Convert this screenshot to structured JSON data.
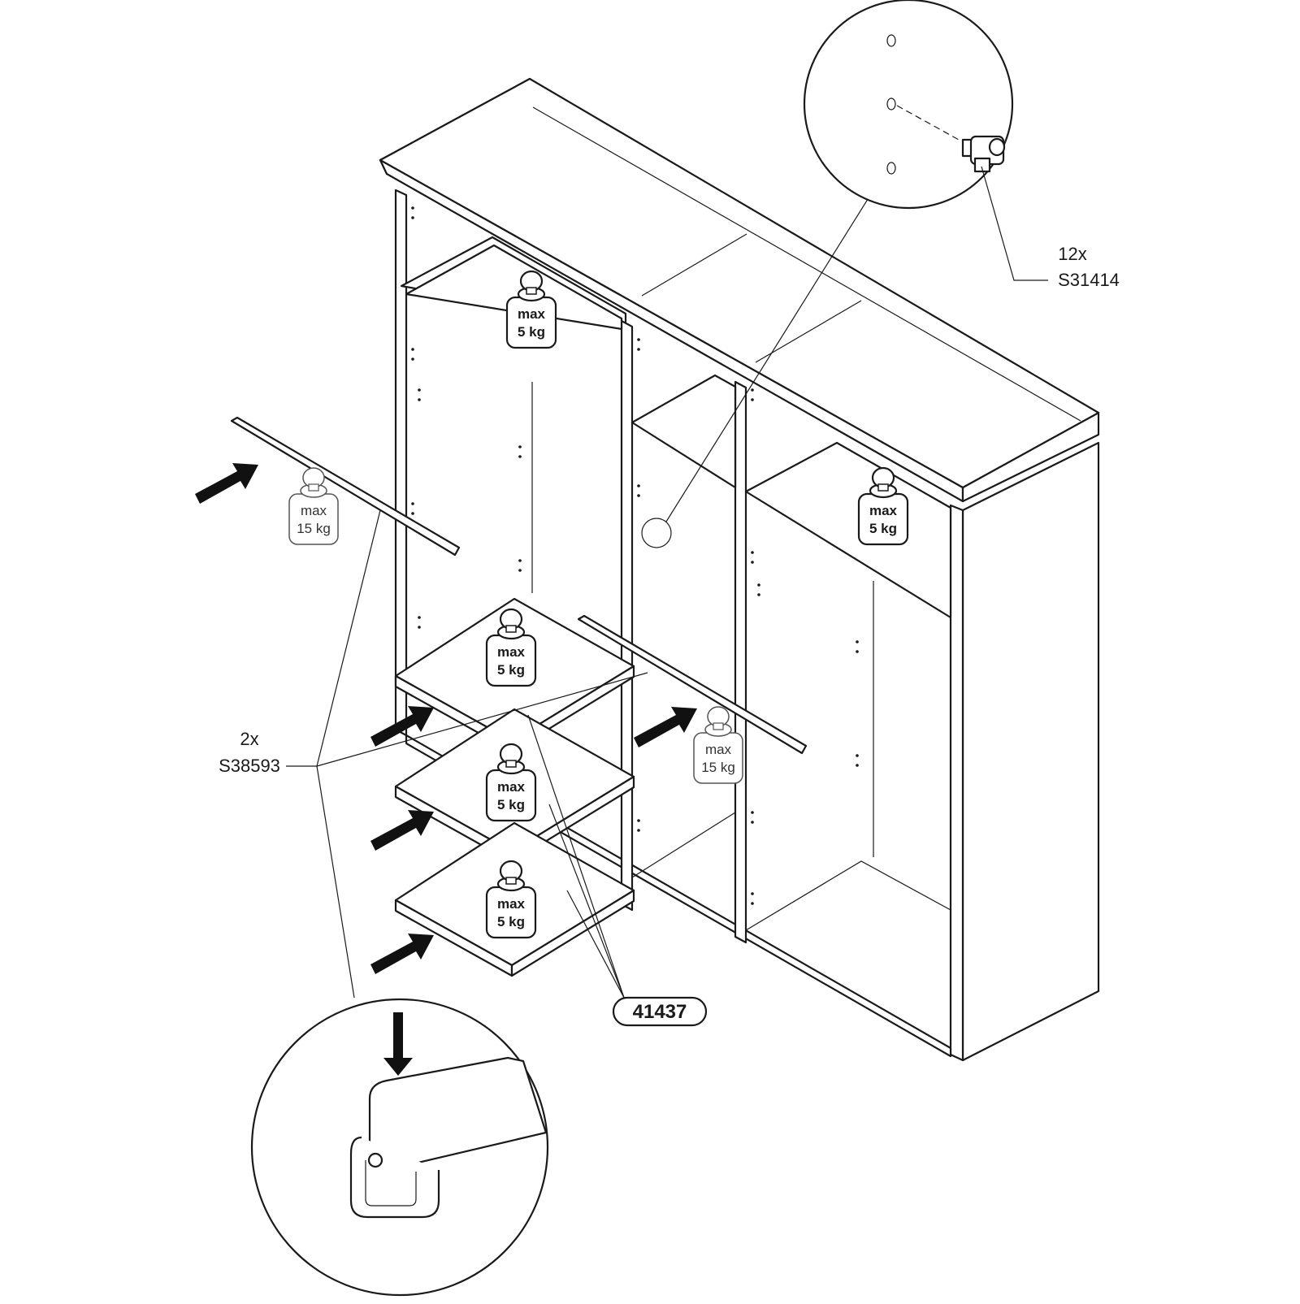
{
  "weights": {
    "shelf_bold_line1": "max",
    "shelf_bold_line2": "5 kg",
    "rod_light_line1": "max",
    "rod_light_line2": "15 kg"
  },
  "parts": {
    "shelf_support": {
      "qty": "12x",
      "code": "S31414"
    },
    "rail_holder": {
      "qty": "2x",
      "code": "S38593"
    },
    "shelf": {
      "code": "41437"
    }
  },
  "colors": {
    "line": "#1a1a1a",
    "background": "#ffffff"
  }
}
